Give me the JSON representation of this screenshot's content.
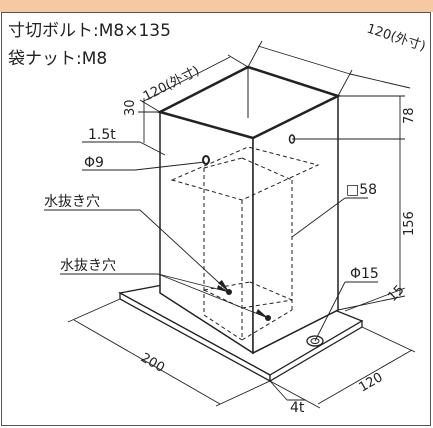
{
  "header": {
    "bar_color": "#f7c9a3",
    "border_color": "#555555"
  },
  "specs": {
    "bolt": "寸切ボルト:M8×135",
    "nut": "袋ナット:M8"
  },
  "dimensions": {
    "top_width_left": "120(外寸)",
    "top_width_right": "120(外寸)",
    "dim_30": "30",
    "dim_78": "78",
    "dim_156": "156",
    "thickness_15t": "1.5t",
    "hole_phi9": "Φ9",
    "square_58": "□58",
    "hole_phi15": "Φ15",
    "dim_15": "15",
    "base_200": "200",
    "base_120": "120",
    "plate_4t": "4t"
  },
  "notes": {
    "drain_hole_1": "水抜き穴",
    "drain_hole_2": "水抜き穴"
  }
}
